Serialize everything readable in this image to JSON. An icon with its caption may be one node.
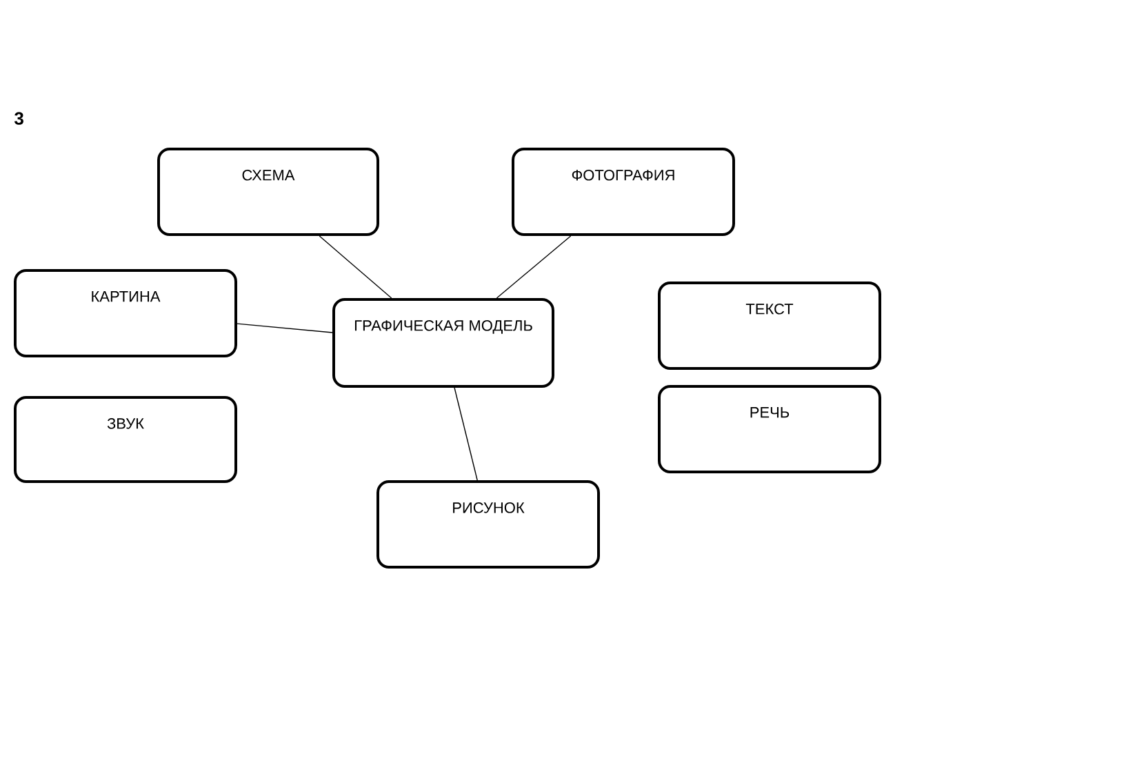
{
  "diagram": {
    "nodes": [
      {
        "text": [
          "СХЕМА"
        ]
      },
      {
        "text": [
          "ФОТОГРАФИЯ"
        ]
      },
      {
        "text": [
          "КАРТИНА"
        ]
      },
      {
        "text": [
          "ГРАФИЧЕСКАЯ МОДЕЛЬ"
        ]
      },
      {
        "text": [
          "ТЕКСТ"
        ]
      },
      {
        "text": [
          "ЗВУК"
        ]
      },
      {
        "text": [
          "РЕЧЬ"
        ]
      },
      {
        "text": [
          "РИСУНОК"
        ]
      }
    ],
    "edges": [
      {
        "from": 0,
        "to": 3,
        "arrow": "none"
      },
      {
        "from": 1,
        "to": 3,
        "arrow": "none"
      },
      {
        "from": 2,
        "to": 3,
        "arrow": "none"
      },
      {
        "from": 3,
        "to": 7,
        "arrow": "none"
      }
    ],
    "labels": [
      "3"
    ]
  }
}
